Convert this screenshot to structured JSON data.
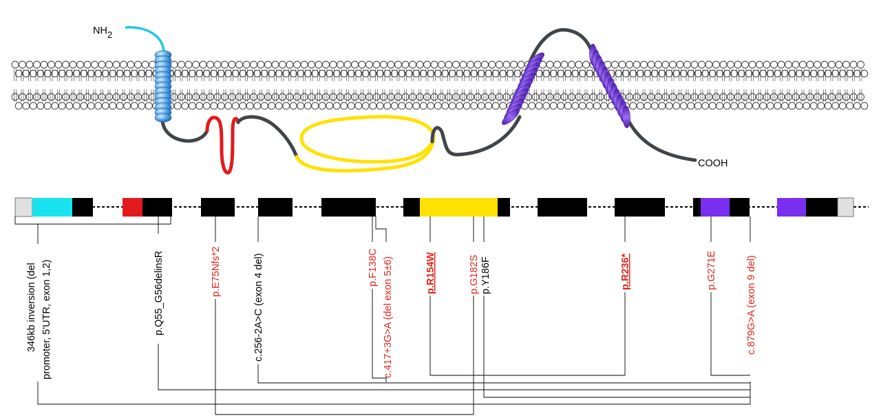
{
  "terminal_labels": {
    "nh2": "NH",
    "nh2_sub": "2",
    "cooh": "COOH"
  },
  "colors": {
    "cytoplasmic_tail": "#1ec8e6",
    "loop_red": "#e31a1c",
    "loop_yellow": "#ffe100",
    "helix_blue": "#4a9fe0",
    "helix_purple": "#7a3fe0",
    "exon_black": "#000000",
    "exon_utr_gray": "#e0e0e0",
    "mutation_red": "#e2231a"
  },
  "mutations": [
    {
      "id": "m1",
      "text": "346kb inversion (del",
      "color": "black"
    },
    {
      "id": "m1b",
      "text": "promoter, 5'UTR, exon 1,2)",
      "color": "black"
    },
    {
      "id": "m2",
      "text": "p.Q55_G56delinsR",
      "color": "black"
    },
    {
      "id": "m3",
      "text": "p.E75Nfs*2",
      "color": "red"
    },
    {
      "id": "m4",
      "text": "c.256-2A>C (exon 4 del)",
      "color": "black"
    },
    {
      "id": "m5",
      "text": "p.F138C",
      "color": "red"
    },
    {
      "id": "m6",
      "text": "c.417+3G>A (del exon 5±6)",
      "color": "red"
    },
    {
      "id": "m7",
      "text": "p.R154W",
      "color": "red",
      "bold": true
    },
    {
      "id": "m8",
      "text": "p.G182S",
      "color": "red"
    },
    {
      "id": "m9",
      "text": "p.Y186F",
      "color": "black"
    },
    {
      "id": "m10",
      "text": "p.R236*",
      "color": "red",
      "bold": true
    },
    {
      "id": "m11",
      "text": "p.G271E",
      "color": "red"
    },
    {
      "id": "m12",
      "text": "c.879G>A (exon 9 del)",
      "color": "red"
    }
  ]
}
